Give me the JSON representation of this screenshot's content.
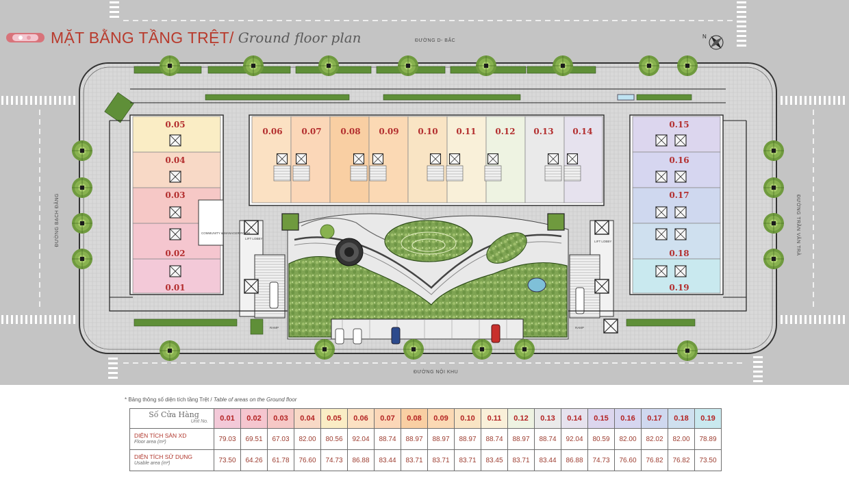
{
  "title": {
    "vn": "MẶT BẰNG TẦNG TRỆT/",
    "en": "Ground floor plan"
  },
  "streets": {
    "north": "ĐƯỜNG D- BẮC",
    "south": "ĐƯỜNG NỘI KHU",
    "west": "ĐƯỜNG BẠCH ĐẰNG",
    "east": "ĐƯỜNG TRẦN VĂN TRÀ"
  },
  "compass_label": "N",
  "plan_labels": {
    "community_room": "COMMUNITY & MANAGER ROOM",
    "lobby": "LIFT LOBBY",
    "ramp": "RAMP"
  },
  "units": [
    {
      "no": "0.01",
      "color": "#f3c9d8"
    },
    {
      "no": "0.02",
      "color": "#f5c6cf"
    },
    {
      "no": "0.03",
      "color": "#f6c8c6"
    },
    {
      "no": "0.04",
      "color": "#f8d9c6"
    },
    {
      "no": "0.05",
      "color": "#faedc5"
    },
    {
      "no": "0.06",
      "color": "#fbe1c3"
    },
    {
      "no": "0.07",
      "color": "#fbd7b8"
    },
    {
      "no": "0.08",
      "color": "#f9cfa3"
    },
    {
      "no": "0.09",
      "color": "#fbd9b4"
    },
    {
      "no": "0.10",
      "color": "#f9e4c4"
    },
    {
      "no": "0.11",
      "color": "#f9f0d9"
    },
    {
      "no": "0.12",
      "color": "#eef3e2"
    },
    {
      "no": "0.13",
      "color": "#eaeaea"
    },
    {
      "no": "0.14",
      "color": "#e6e2ee"
    },
    {
      "no": "0.15",
      "color": "#dcd6ee"
    },
    {
      "no": "0.16",
      "color": "#d6d6f0"
    },
    {
      "no": "0.17",
      "color": "#cfd8ef"
    },
    {
      "no": "0.18",
      "color": "#cfe0ef"
    },
    {
      "no": "0.19",
      "color": "#c9e9ef"
    }
  ],
  "table": {
    "note_vn": "* Bảng thông số diện tích tầng Trệt /",
    "note_en": "Table of areas on the Ground floor",
    "header": {
      "vn": "Số Cửa Hàng",
      "en": "Unit No."
    },
    "floor_area": {
      "label_vn": "DIỆN TÍCH SÀN XD",
      "label_en": "Floor area (m²)",
      "values": [
        "79.03",
        "69.51",
        "67.03",
        "82.00",
        "80.56",
        "92.04",
        "88.74",
        "88.97",
        "88.97",
        "88.97",
        "88.74",
        "88.97",
        "88.74",
        "92.04",
        "80.59",
        "82.00",
        "82.02",
        "82.00",
        "78.89"
      ]
    },
    "usable_area": {
      "label_vn": "DIỆN TÍCH SỬ DỤNG",
      "label_en": "Usable area (m²)",
      "values": [
        "73.50",
        "64.26",
        "61.78",
        "76.60",
        "74.73",
        "86.88",
        "83.44",
        "83.71",
        "83.71",
        "83.71",
        "83.45",
        "83.71",
        "83.44",
        "86.88",
        "74.73",
        "76.60",
        "76.82",
        "76.82",
        "73.50"
      ]
    }
  }
}
